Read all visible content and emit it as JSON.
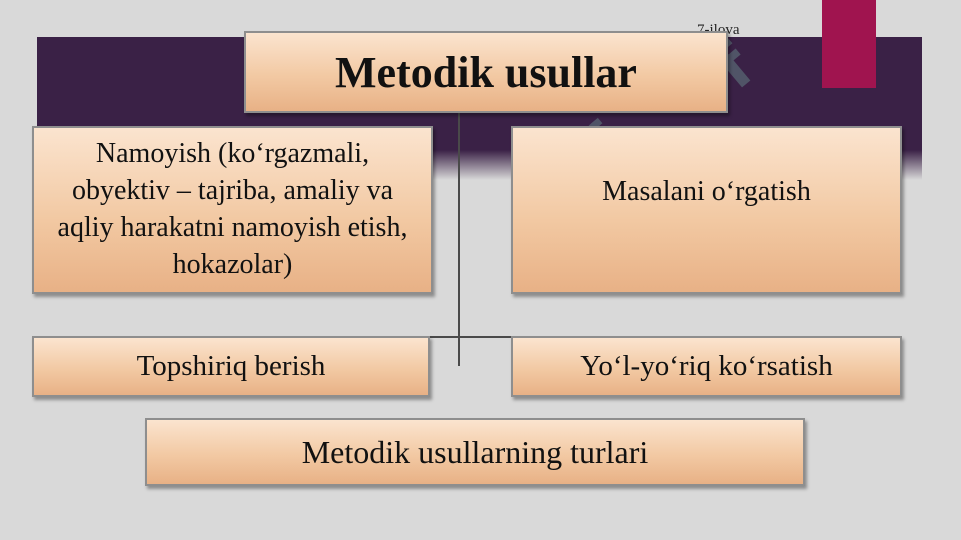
{
  "slide": {
    "note": "7-ilova",
    "title": "Metodik usullar",
    "methods": {
      "demonstration": "Namoyish (ko‘rgazmali, obyektiv – tajriba, amaliy va aqliy harakatni namoyish etish, hokazolar)",
      "teaching_problem": "Masalani o‘rgatish",
      "assignment": "Topshiriq berish",
      "guidance": "Yo‘l-yo‘riq ko‘rsatish"
    },
    "caption": "Metodik usullarning turlari"
  },
  "colors": {
    "band": "#3a2146",
    "accent": "#a0144f",
    "box_top": "#fbe4cf",
    "box_bottom": "#e8b186",
    "background": "#d9d9d9"
  }
}
